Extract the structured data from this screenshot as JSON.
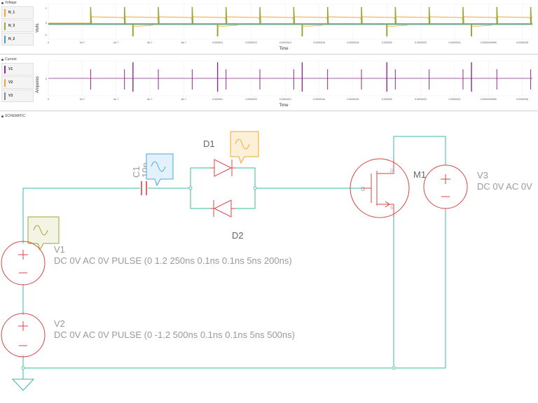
{
  "voltage_panel": {
    "title": "Voltage",
    "ylabel": "Volts",
    "xlabel": "Time",
    "legend": [
      {
        "name": "N_1",
        "color": "#f0a830"
      },
      {
        "name": "N_3",
        "color": "#9aa63a"
      },
      {
        "name": "N_2",
        "color": "#45a0c8"
      }
    ],
    "yticks": [
      "1",
      "0",
      "-1"
    ],
    "xticks": [
      "0",
      "2e-7",
      "4e-7",
      "6e-7",
      "8e-7",
      "0.000001",
      "0.0000012",
      "0.0000014",
      "0.0000016",
      "0.0000018",
      "0.000002",
      "0.0000022",
      "0.0000024",
      "0.0000025999",
      "0.0000028"
    ]
  },
  "current_panel": {
    "title": "Current",
    "ylabel": "Amperes",
    "xlabel": "Time",
    "legend": [
      {
        "name": "V1",
        "color": "#8a2a8a"
      },
      {
        "name": "V2",
        "color": "#f0a830"
      },
      {
        "name": "V3",
        "color": "#888888"
      }
    ],
    "yticks": [
      "0"
    ],
    "xticks": [
      "0",
      "2e-7",
      "4e-7",
      "6e-7",
      "8e-7",
      "0.000001",
      "0.0000012",
      "0.0000014",
      "0.0000016",
      "0.0000018",
      "0.000002",
      "0.0000022",
      "0.0000024",
      "0.0000025999",
      "0.0000028"
    ]
  },
  "schematic": {
    "title": "SCHEMATIC",
    "components": {
      "c1": {
        "name": "C1",
        "value": "10p"
      },
      "d1": {
        "name": "D1"
      },
      "d2": {
        "name": "D2"
      },
      "m1": {
        "name": "M1"
      },
      "v1": {
        "name": "V1",
        "spec": "DC 0V AC 0V PULSE (0 1.2 250ns 0.1ns 0.1ns 5ns 200ns)"
      },
      "v2": {
        "name": "V2",
        "spec": "DC 0V AC 0V PULSE (0 -1.2 500ns 0.1ns 0.1ns 5ns 500ns)"
      },
      "v3": {
        "name": "V3",
        "spec": "DC 0V AC 0V"
      }
    },
    "probe_colors": {
      "n1": "#4aa8d8",
      "n2": "#f0a830",
      "n3": "#9aa63a"
    },
    "wire_color": "#3bb8a0",
    "component_color": "#d64545"
  }
}
